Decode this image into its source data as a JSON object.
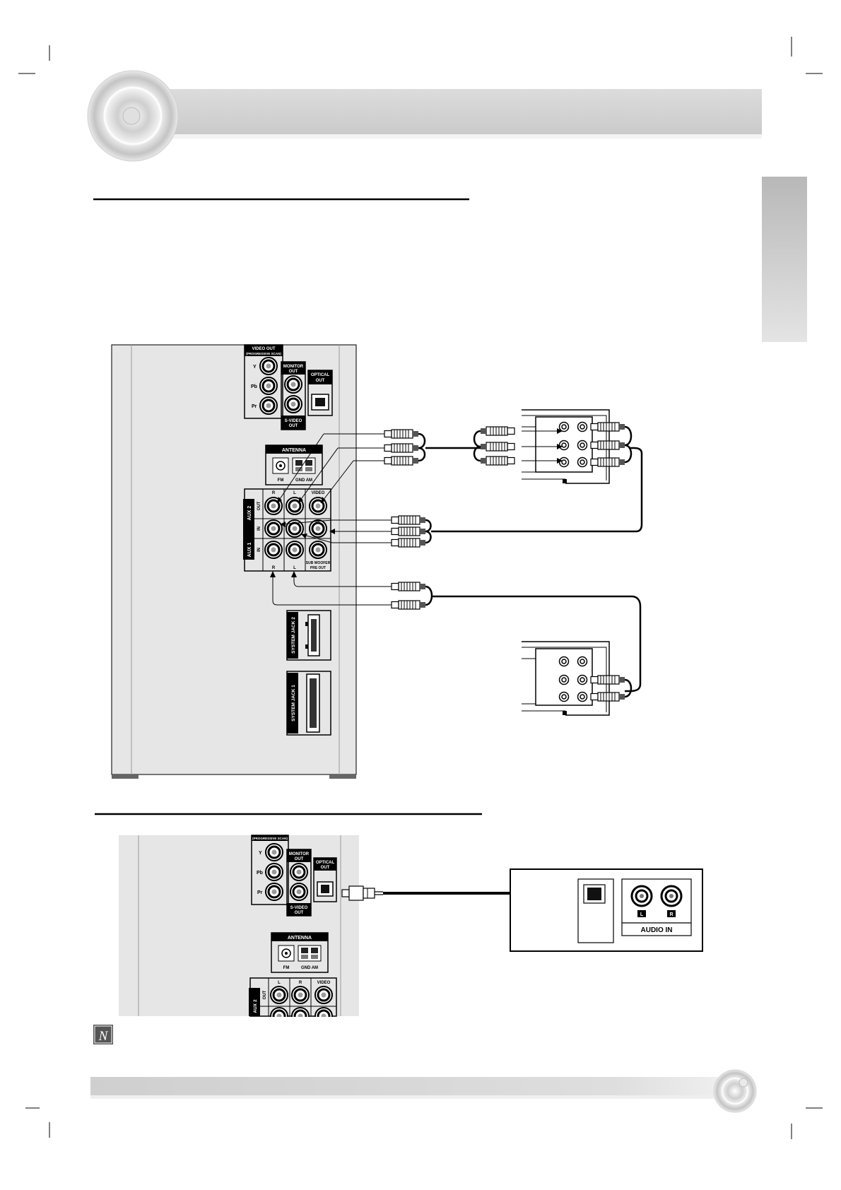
{
  "unit_rear_panel": {
    "video_out": {
      "header_line1": "VIDEO OUT",
      "header_line2": "(PROGRESSIVE SCAN)",
      "jack_y": "Y",
      "jack_pb": "Pb",
      "jack_pr": "Pr"
    },
    "monitor_out": {
      "line1": "MONITOR",
      "line2": "OUT"
    },
    "s_video_out": {
      "line1": "S-VIDEO",
      "line2": "OUT"
    },
    "optical_out": {
      "line1": "OPTICAL",
      "line2": "OUT"
    },
    "antenna": {
      "label": "ANTENNA",
      "fm": "FM",
      "gnd_am": "GND AM"
    },
    "aux": {
      "aux2": "AUX 2",
      "aux1": "AUX 1",
      "row_out": "OUT",
      "row_in": "IN",
      "col_r": "R",
      "col_l": "L",
      "col_video": "VIDEO",
      "bottom_r": "R",
      "bottom_l": "L",
      "subwoofer_line1": "SUB WOOFER",
      "subwoofer_line2": "PRE OUT"
    },
    "system_jack_2": "SYSTEM JACK 2",
    "system_jack_1": "SYSTEM JACK 1"
  },
  "lower_panel": {
    "video_out_header": "(PROGRESSIVE SCAN)",
    "jack_y": "Y",
    "jack_pb": "Pb",
    "jack_pr": "Pr",
    "monitor_line1": "MONITOR",
    "monitor_line2": "OUT",
    "optical_line1": "OPTICAL",
    "optical_line2": "OUT",
    "s_video_line1": "S-VIDEO",
    "s_video_line2": "OUT",
    "antenna": "ANTENNA",
    "fm": "FM",
    "gnd_am": "GND AM",
    "col_l": "L",
    "col_r": "R",
    "col_video": "VIDEO",
    "row_out": "OUT",
    "aux2": "AUX 2"
  },
  "amplifier": {
    "label_l": "L",
    "label_r": "R",
    "audio_in": "AUDIO IN"
  },
  "note_icon_glyph": "N",
  "colors": {
    "panel_fill": "#e6e6e6",
    "banner_gray": "#d2d2d2",
    "ink": "#000000"
  }
}
